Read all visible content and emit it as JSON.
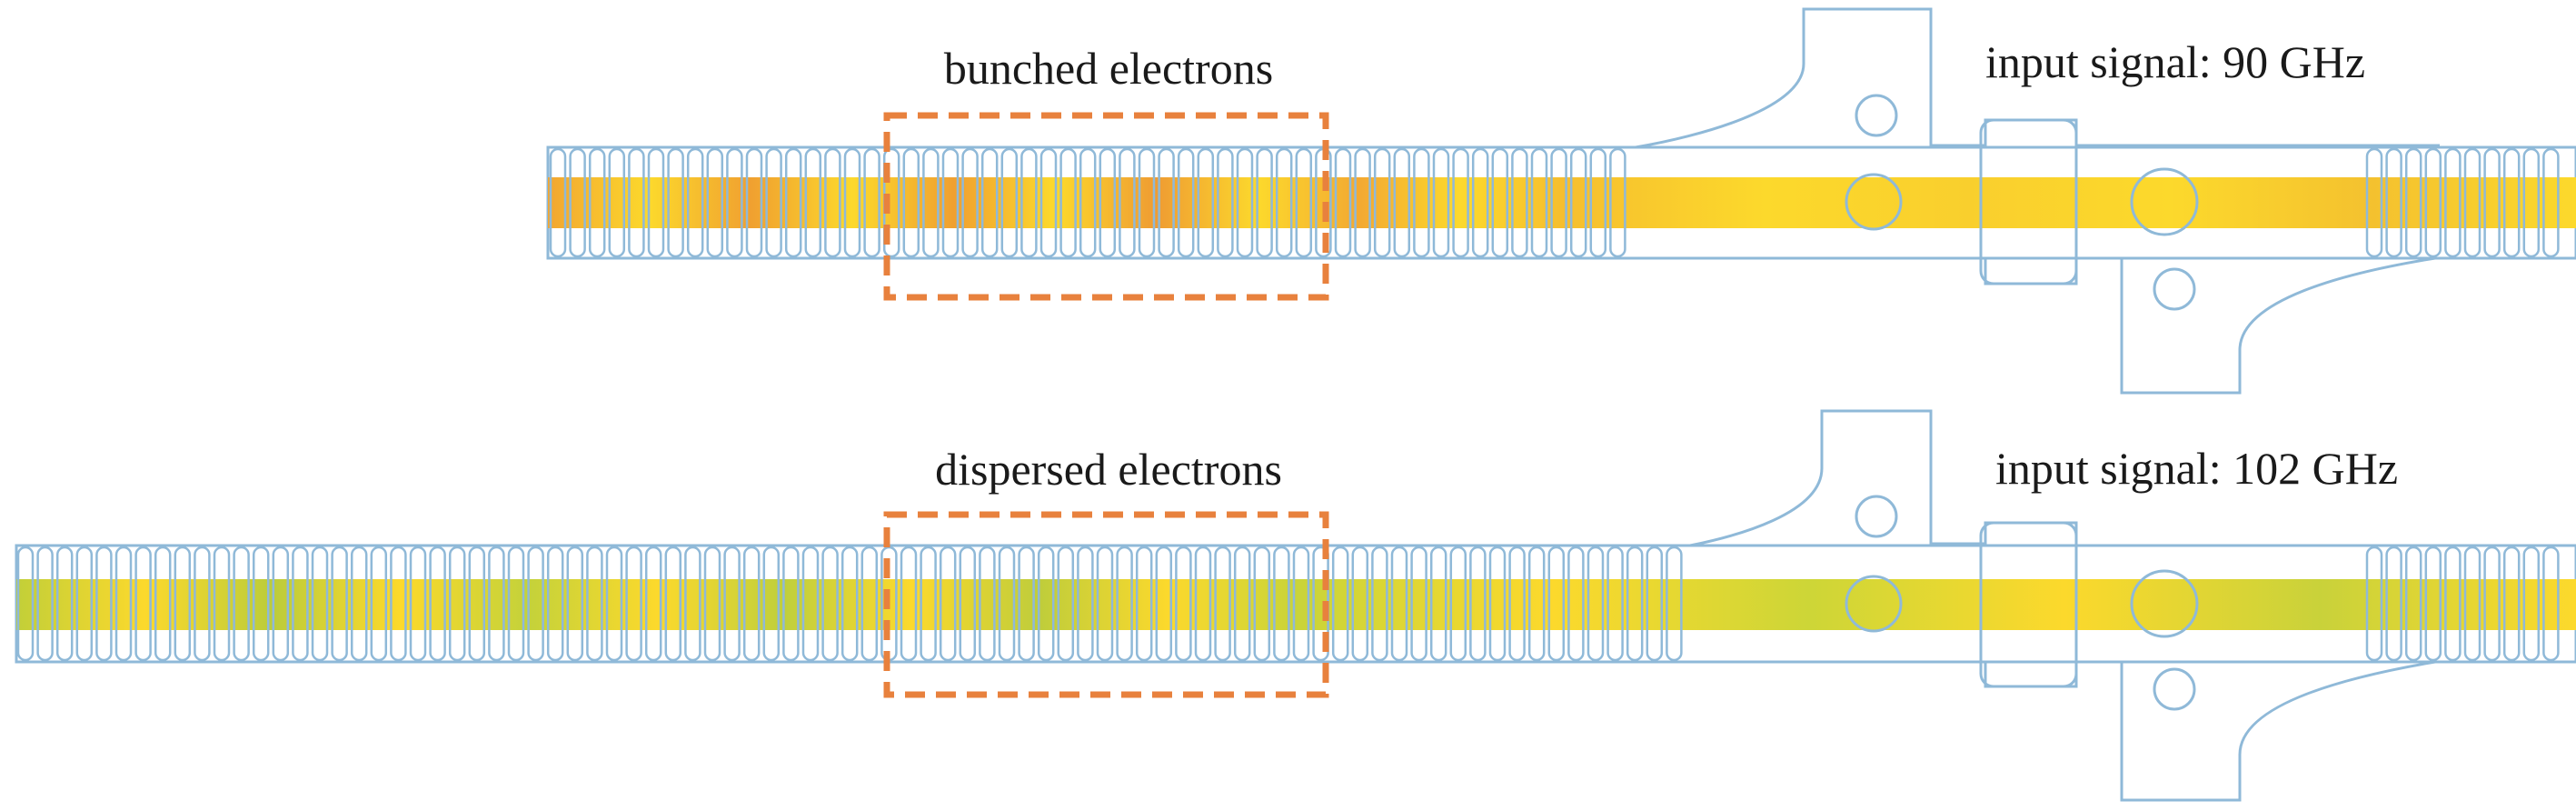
{
  "panels": [
    {
      "id": "top",
      "region_label": "bunched electrons",
      "signal_label": "input signal: 90 GHz",
      "beam_state": "bunched"
    },
    {
      "id": "bottom",
      "region_label": "dispersed electrons",
      "signal_label": "input signal: 102 GHz",
      "beam_state": "dispersed"
    }
  ],
  "colors": {
    "structure_outline": "#8fb9d8",
    "highlight_box": "#e8813d",
    "beam_base": "#fcd92c",
    "beam_bunch": "#f3a230",
    "beam_dispersed": "#b7cc3a",
    "text": "#1a1a1a"
  }
}
